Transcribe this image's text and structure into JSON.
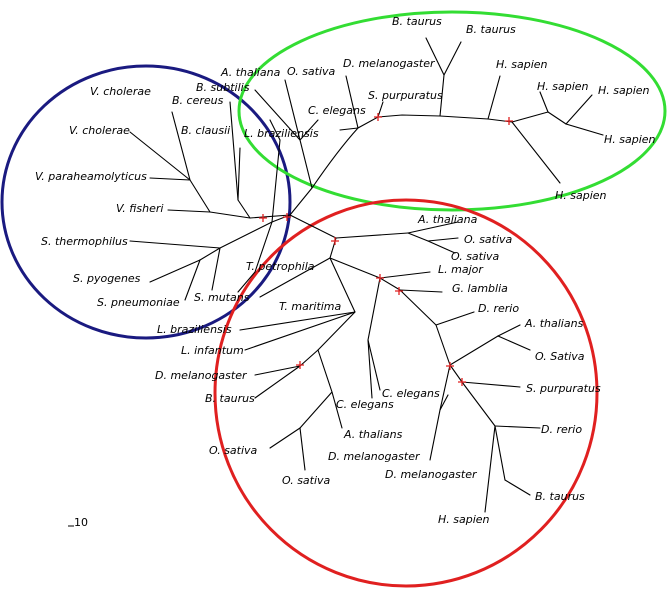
{
  "colors": {
    "left_clade": "#1a1a80",
    "top_clade": "#33dd33",
    "bottom_clade": "#e02020",
    "branch": "#000000",
    "marker": "#e02020"
  },
  "scale_bar_label": "10",
  "taxa": [
    "B. taurus",
    "B. taurus",
    "H. sapien",
    "H. sapien",
    "H. sapien",
    "H. sapien",
    "H. sapien",
    "D. melanogaster",
    "O. sativa",
    "A. thaliana",
    "B. subtilis",
    "C. elegans",
    "S. purpuratus",
    "L. braziliensis",
    "V. cholerae",
    "B. cereus",
    "V. cholerae",
    "B. clausii",
    "V. paraheamolyticus",
    "V. fisheri",
    "S. thermophilus",
    "S. pyogenes",
    "S. pneumoniae",
    "S. mutans",
    "T. petrophila",
    "T. maritima",
    "A. thaliana",
    "O. sativa",
    "O. sativa",
    "L. major",
    "G. lamblia",
    "D. rerio",
    "A. thalians",
    "O. Sativa",
    "S. purpuratus",
    "D. rerio",
    "B. taurus",
    "H. sapien",
    "D. melanogaster",
    "D. melanogaster",
    "C. elegans",
    "C. elegans",
    "A. thalians",
    "O. sativa",
    "O. sativa",
    "B. taurus",
    "D. melanogaster",
    "L. infantum",
    "L. braziliensis"
  ]
}
